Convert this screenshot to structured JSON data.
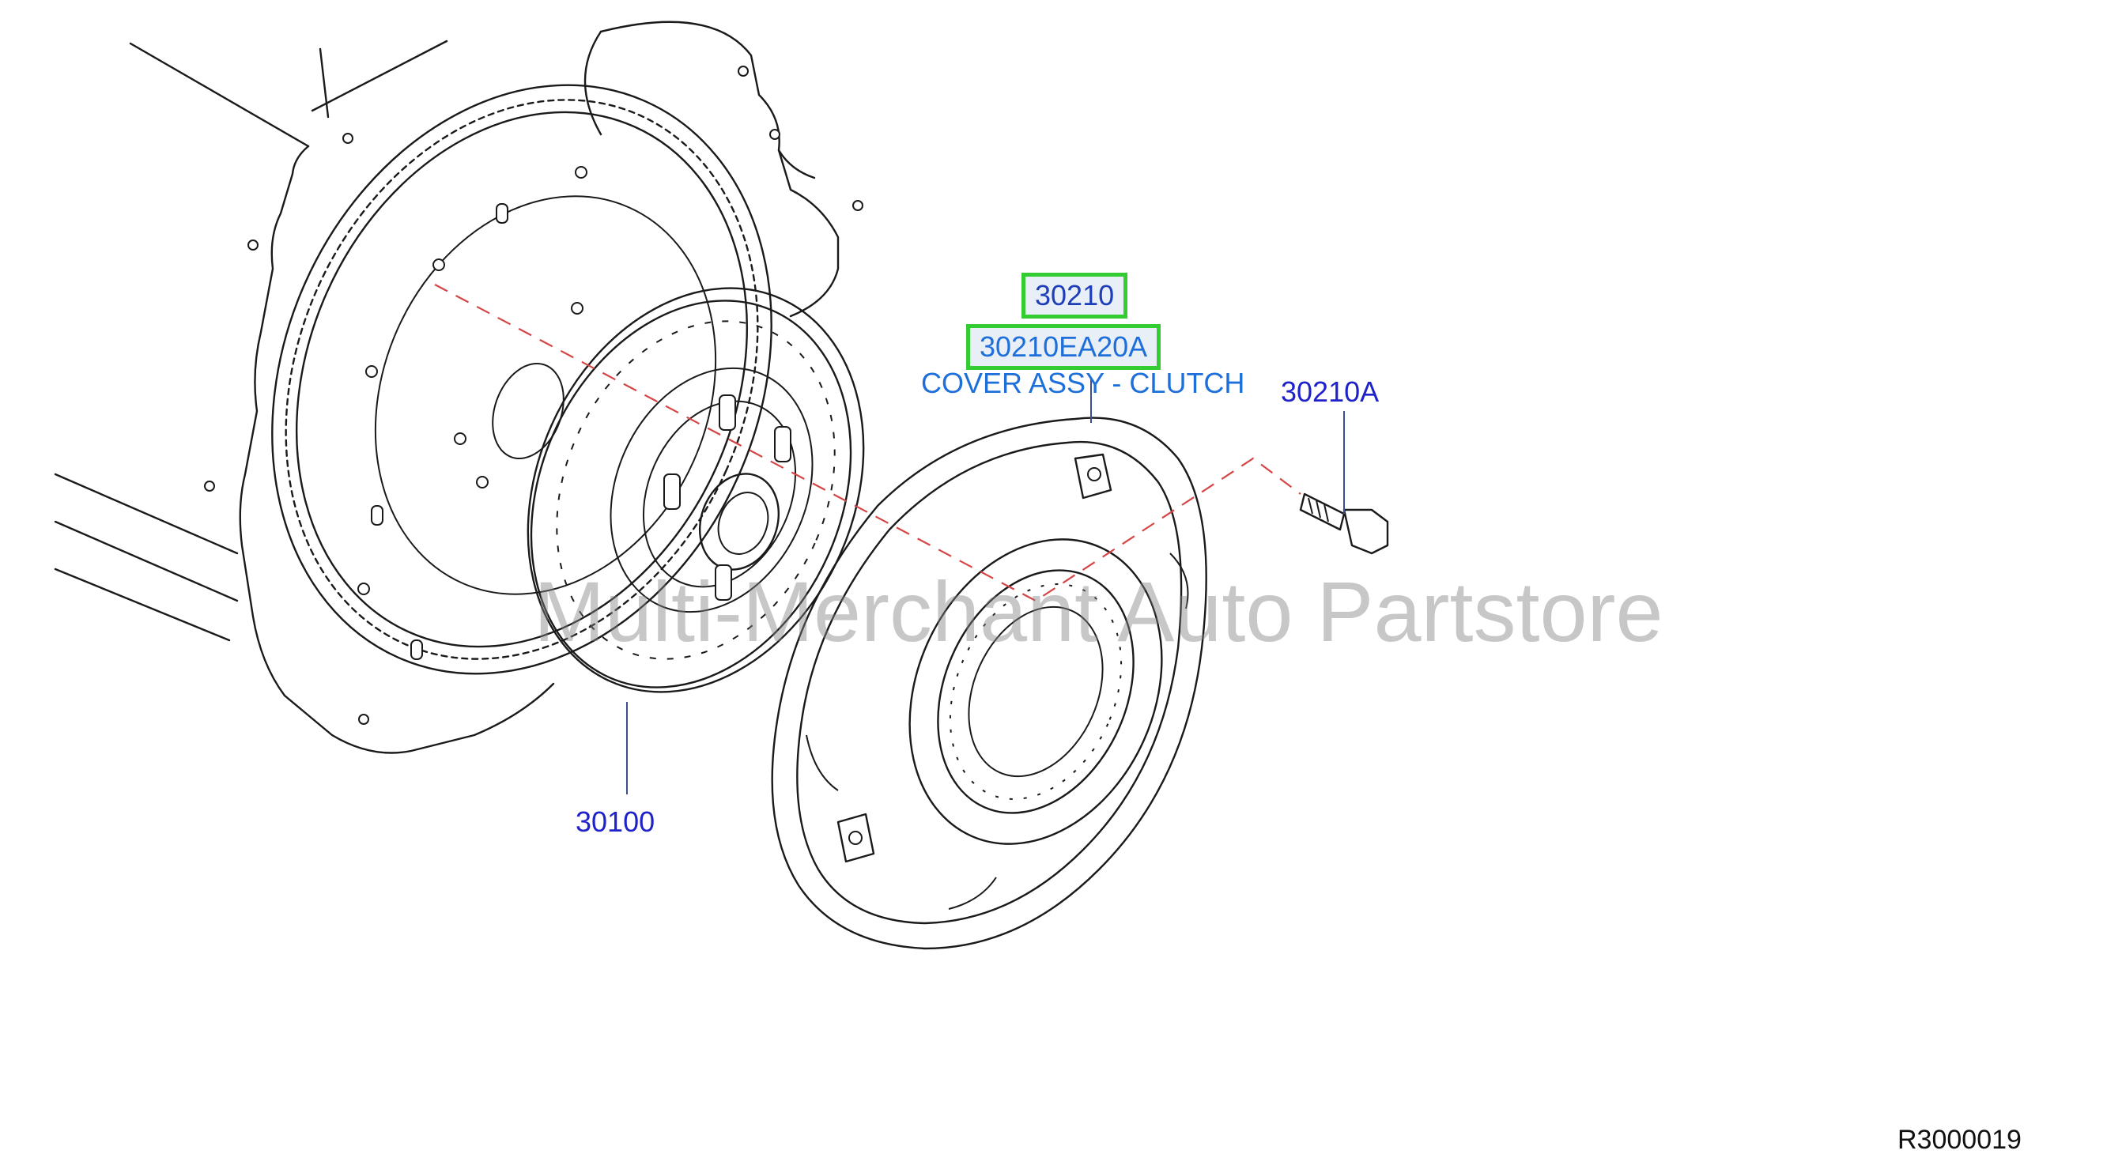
{
  "labels": {
    "clutch_cover_group": "30210",
    "clutch_cover_part": "30210EA20A",
    "clutch_cover_desc": "COVER ASSY - CLUTCH",
    "bolt": "30210A",
    "clutch_disc": "30100"
  },
  "watermark": "Multi-Merchant Auto Partstore",
  "reference_code": "R3000019",
  "colors": {
    "label_text": "#1f22c9",
    "description_text": "#1e6fd9",
    "highlight_border": "#33cc33",
    "highlight_fill": "#e9eff7",
    "alignment_line": "#d64545",
    "line_art": "#1a1a1a"
  }
}
